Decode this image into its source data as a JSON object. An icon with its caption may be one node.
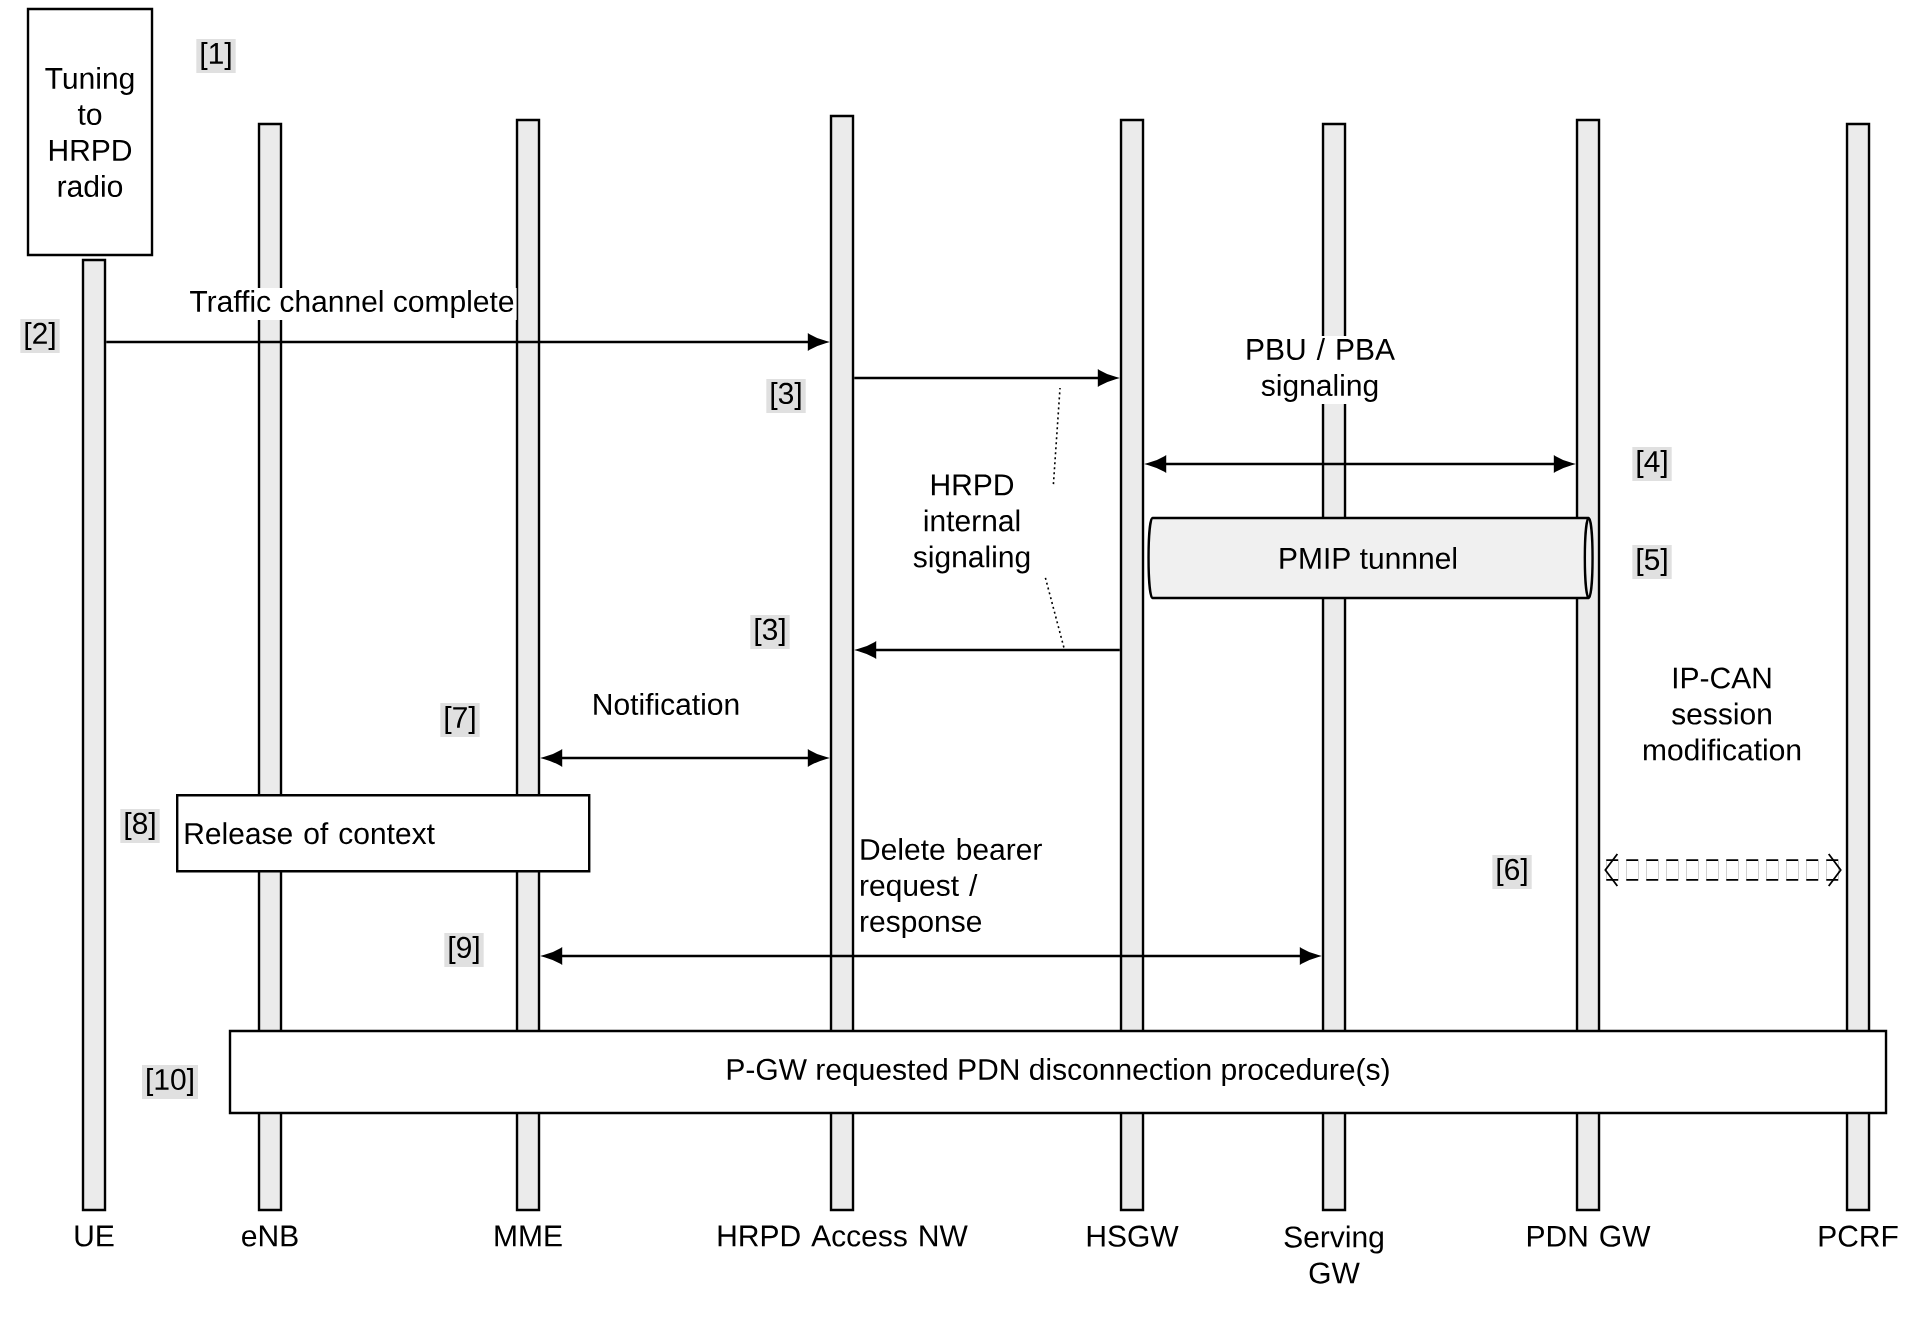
{
  "diagram": {
    "nodes": [
      {
        "text": [
          "Tuning to HRPD radio"
        ]
      },
      {
        "text": [
          "UE"
        ]
      },
      {
        "text": [
          "eNB"
        ]
      },
      {
        "text": [
          "MME"
        ]
      },
      {
        "text": [
          "HRPD Access NW"
        ]
      },
      {
        "text": [
          "HSGW"
        ]
      },
      {
        "text": [
          "Serving GW"
        ]
      },
      {
        "text": [
          "PDN GW"
        ]
      },
      {
        "text": [
          "PCRF"
        ]
      },
      {
        "text": [
          "HRPD internal signaling"
        ]
      },
      {
        "text": [
          "PMIP tunnnel"
        ]
      },
      {
        "text": [
          "Release of context"
        ]
      },
      {
        "text": [
          "P-GW requested PDN disconnection procedure(s)"
        ]
      }
    ],
    "edges": [
      {
        "from": 1,
        "to": 4,
        "arrow": "to",
        "label": "Traffic channel complete"
      },
      {
        "from": 4,
        "to": 5,
        "arrow": "to"
      },
      {
        "from": 5,
        "to": 7,
        "arrow": "both",
        "label": "PBU / PBA signaling"
      },
      {
        "from": 5,
        "to": 4,
        "arrow": "to"
      },
      {
        "from": 3,
        "to": 4,
        "arrow": "both",
        "label": "Notification"
      },
      {
        "from": 3,
        "to": 6,
        "arrow": "both",
        "label": "Delete bearer request / response"
      },
      {
        "from": 7,
        "to": 8,
        "arrow": "both",
        "style": "dashed",
        "label": "IP-CAN session modification"
      },
      {
        "from": 9,
        "to": null,
        "arrow": "none",
        "style": "dashed"
      },
      {
        "from": 9,
        "to": null,
        "arrow": "none",
        "style": "dashed"
      }
    ],
    "labels": [
      "[1]",
      "[2]",
      "[3]",
      "[4]",
      "[5]",
      "[3]",
      "[7]",
      "[8]",
      "[6]",
      "[9]",
      "[10]"
    ]
  }
}
